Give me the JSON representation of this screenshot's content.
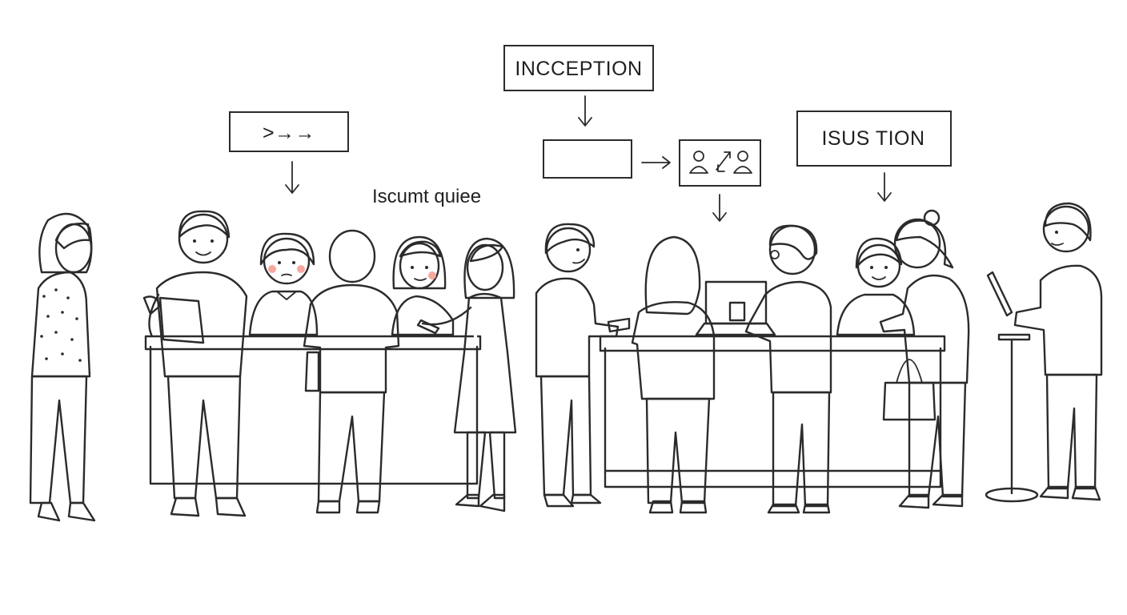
{
  "signs": {
    "left_arrows": ">→→",
    "inception": "INCCEPTION",
    "issue_station": "ISUS TION"
  },
  "caption": "Iscumt quiee",
  "colors": {
    "ink": "#2b2b2b",
    "skin": "#ffffff",
    "hair_blonde": "#f2c48f",
    "hair_ginger": "#f0b28e",
    "hair_grey": "#bdb5ab",
    "hair_dark": "#4a5560",
    "pants_slate": "#5d6b7a",
    "shirt_teal": "#6fa597",
    "shirt_coral": "#ea8f84",
    "shirt_white": "#ffffff",
    "bag_tan": "#f2d2a6",
    "cheek_pink": "#f6a7a0"
  },
  "icons": [
    "right-arrow-icon",
    "down-arrow-icon",
    "people-swap-icon",
    "laptop-icon",
    "tablet-icon"
  ]
}
